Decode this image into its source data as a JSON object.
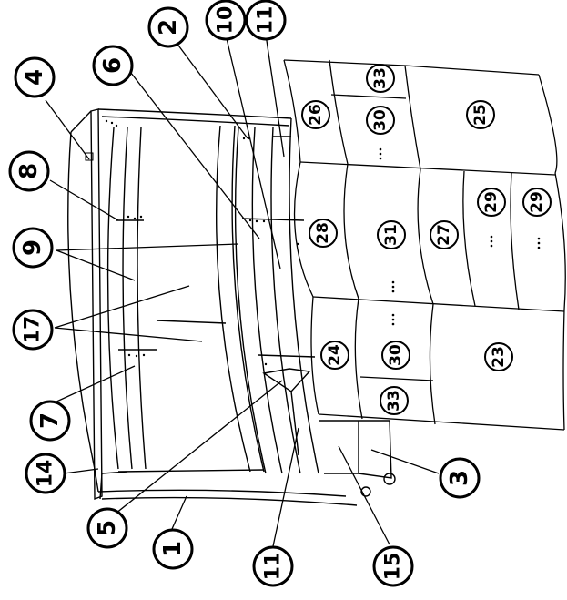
{
  "diagram": {
    "part_labels": [
      {
        "id": "c1",
        "text": "1"
      },
      {
        "id": "c2",
        "text": "2"
      },
      {
        "id": "c3",
        "text": "3"
      },
      {
        "id": "c4",
        "text": "4"
      },
      {
        "id": "c5",
        "text": "5"
      },
      {
        "id": "c6",
        "text": "6"
      },
      {
        "id": "c7",
        "text": "7"
      },
      {
        "id": "c8",
        "text": "8"
      },
      {
        "id": "c9",
        "text": "9"
      },
      {
        "id": "c10",
        "text": "10"
      },
      {
        "id": "c11a",
        "text": "11"
      },
      {
        "id": "c11b",
        "text": "11"
      },
      {
        "id": "c14",
        "text": "14"
      },
      {
        "id": "c15",
        "text": "15"
      },
      {
        "id": "c17",
        "text": "17"
      }
    ],
    "marker_labels": [
      {
        "id": "m26",
        "text": "26"
      },
      {
        "id": "m33a",
        "text": "33"
      },
      {
        "id": "m30a",
        "text": "30"
      },
      {
        "id": "m25",
        "text": "25"
      },
      {
        "id": "m28",
        "text": "28"
      },
      {
        "id": "m31",
        "text": "31"
      },
      {
        "id": "m27",
        "text": "27"
      },
      {
        "id": "m29a",
        "text": "29"
      },
      {
        "id": "m29b",
        "text": "29"
      },
      {
        "id": "m24",
        "text": "24"
      },
      {
        "id": "m30b",
        "text": "30"
      },
      {
        "id": "m23",
        "text": "23"
      },
      {
        "id": "m33b",
        "text": "33"
      }
    ]
  }
}
